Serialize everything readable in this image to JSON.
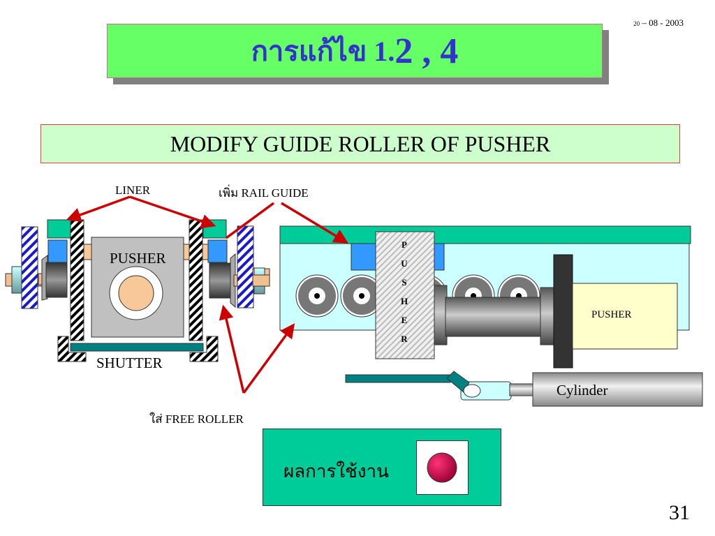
{
  "slide": {
    "title_thai": "การแก้ไข",
    "title_num_small": "1.",
    "title_num_big": "2 , 4",
    "date_day": "20",
    "date_rest": " – 08 - 2003",
    "subtitle": "MODIFY GUIDE ROLLER OF PUSHER",
    "page_number": "31"
  },
  "diagram": {
    "labels": {
      "liner": "LINER",
      "rail_guide": "เพิ่ม RAIL GUIDE",
      "pusher_left": "PUSHER",
      "shutter": "SHUTTER",
      "free_roller": "ใส่  FREE ROLLER",
      "pusher_vertical": [
        "P",
        "U",
        "S",
        "H",
        "E",
        "R"
      ],
      "pusher_right": "PUSHER",
      "cylinder": "Cylinder"
    },
    "colors": {
      "arrow": "#cc0000",
      "liner": "#00cc99",
      "rail_guide": "#3399ff",
      "frame_bg": "#ccffff",
      "pusher_block": "#ffffcc",
      "indicator": "#e0004d"
    }
  },
  "result": {
    "label": "ผลการใช้งาน",
    "status_indicator": "red"
  }
}
